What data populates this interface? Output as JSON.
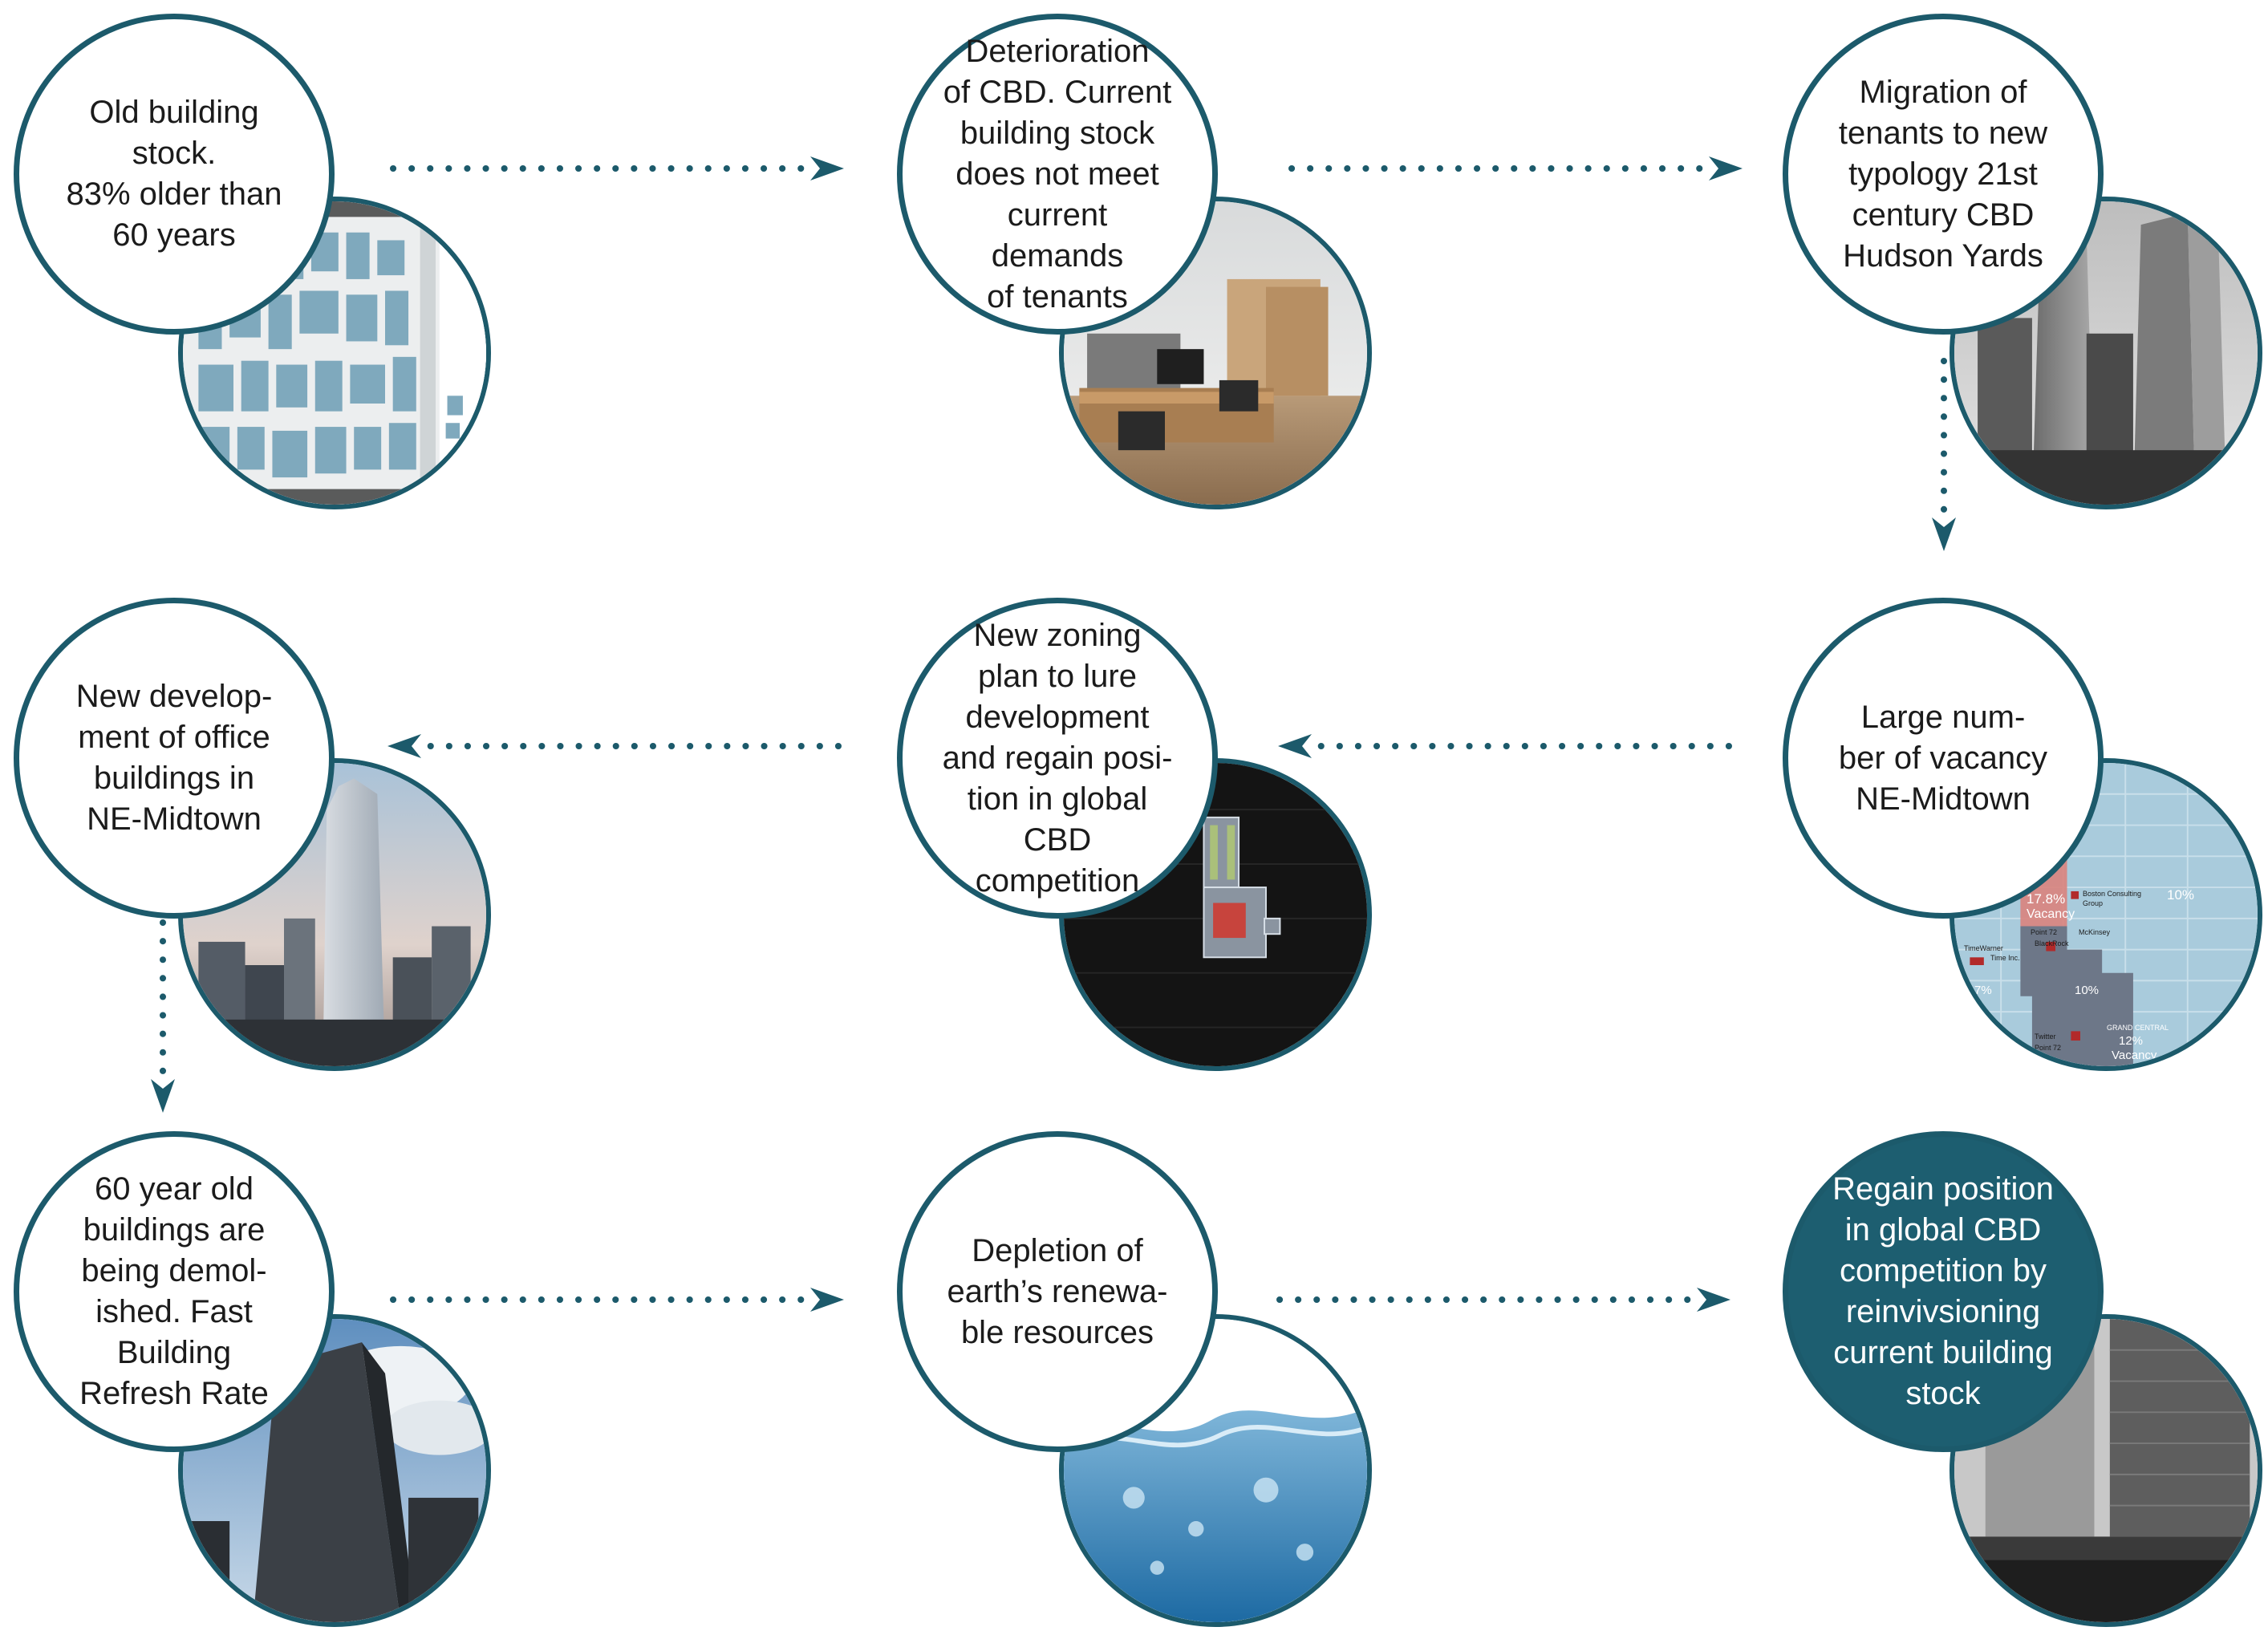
{
  "colors": {
    "accent": "#1c5a6b",
    "filled": "#1d5e70",
    "text": "#1b1b1b"
  },
  "steps": [
    {
      "text": "Old building\nstock.\n83% older than\n60 years",
      "image": "city-map-image"
    },
    {
      "text": "Deterioration\nof CBD. Current\nbuilding stock\ndoes not meet\ncurrent demands\nof tenants",
      "image": "office-interior-image"
    },
    {
      "text": "Migration of\ntenants to new\ntypology 21st\ncentury CBD\nHudson Yards",
      "image": "hudson-yards-towers-image"
    },
    {
      "text": "Large num-\nber of vacancy\nNE-Midtown",
      "image": "vacancy-map-image"
    },
    {
      "text": "New zoning\nplan to lure\ndevelopment\nand regain posi-\ntion in global CBD\ncompetition",
      "image": "zoning-plan-image"
    },
    {
      "text": "New develop-\nment of office\nbuildings in\nNE-Midtown",
      "image": "new-tower-rendering-image"
    },
    {
      "text": "60 year old\nbuildings are\nbeing demol-\nished. Fast\nBuilding\nRefresh Rate",
      "image": "old-skyscraper-image"
    },
    {
      "text": "Depletion of\nearth’s renewa-\nble resources",
      "image": "water-splash-image"
    },
    {
      "text": "Regain position\nin global CBD\ncompetition by\nreinvivsioning\ncurrent building\nstock",
      "image": "bw-building-image"
    }
  ],
  "map_labels": {
    "area_a": "GRAND CENTRAL",
    "pct_a": "12%",
    "vac_a": "Vacancy",
    "pct_b": "17.8%",
    "vac_b": "Vacancy",
    "pct_c": "10%",
    "pct_d": "7%",
    "pct_e": "10%",
    "tenant_1": "Boston Consulting",
    "tenant_1b": "Group",
    "tenant_2": "McKinsey",
    "tenant_3": "BlackRock",
    "tenant_4": "TimeWarner",
    "tenant_5": "Time Inc.",
    "tenant_6": "Point 72",
    "tenant_7": "Twitter",
    "tenant_8": "Point 72"
  }
}
